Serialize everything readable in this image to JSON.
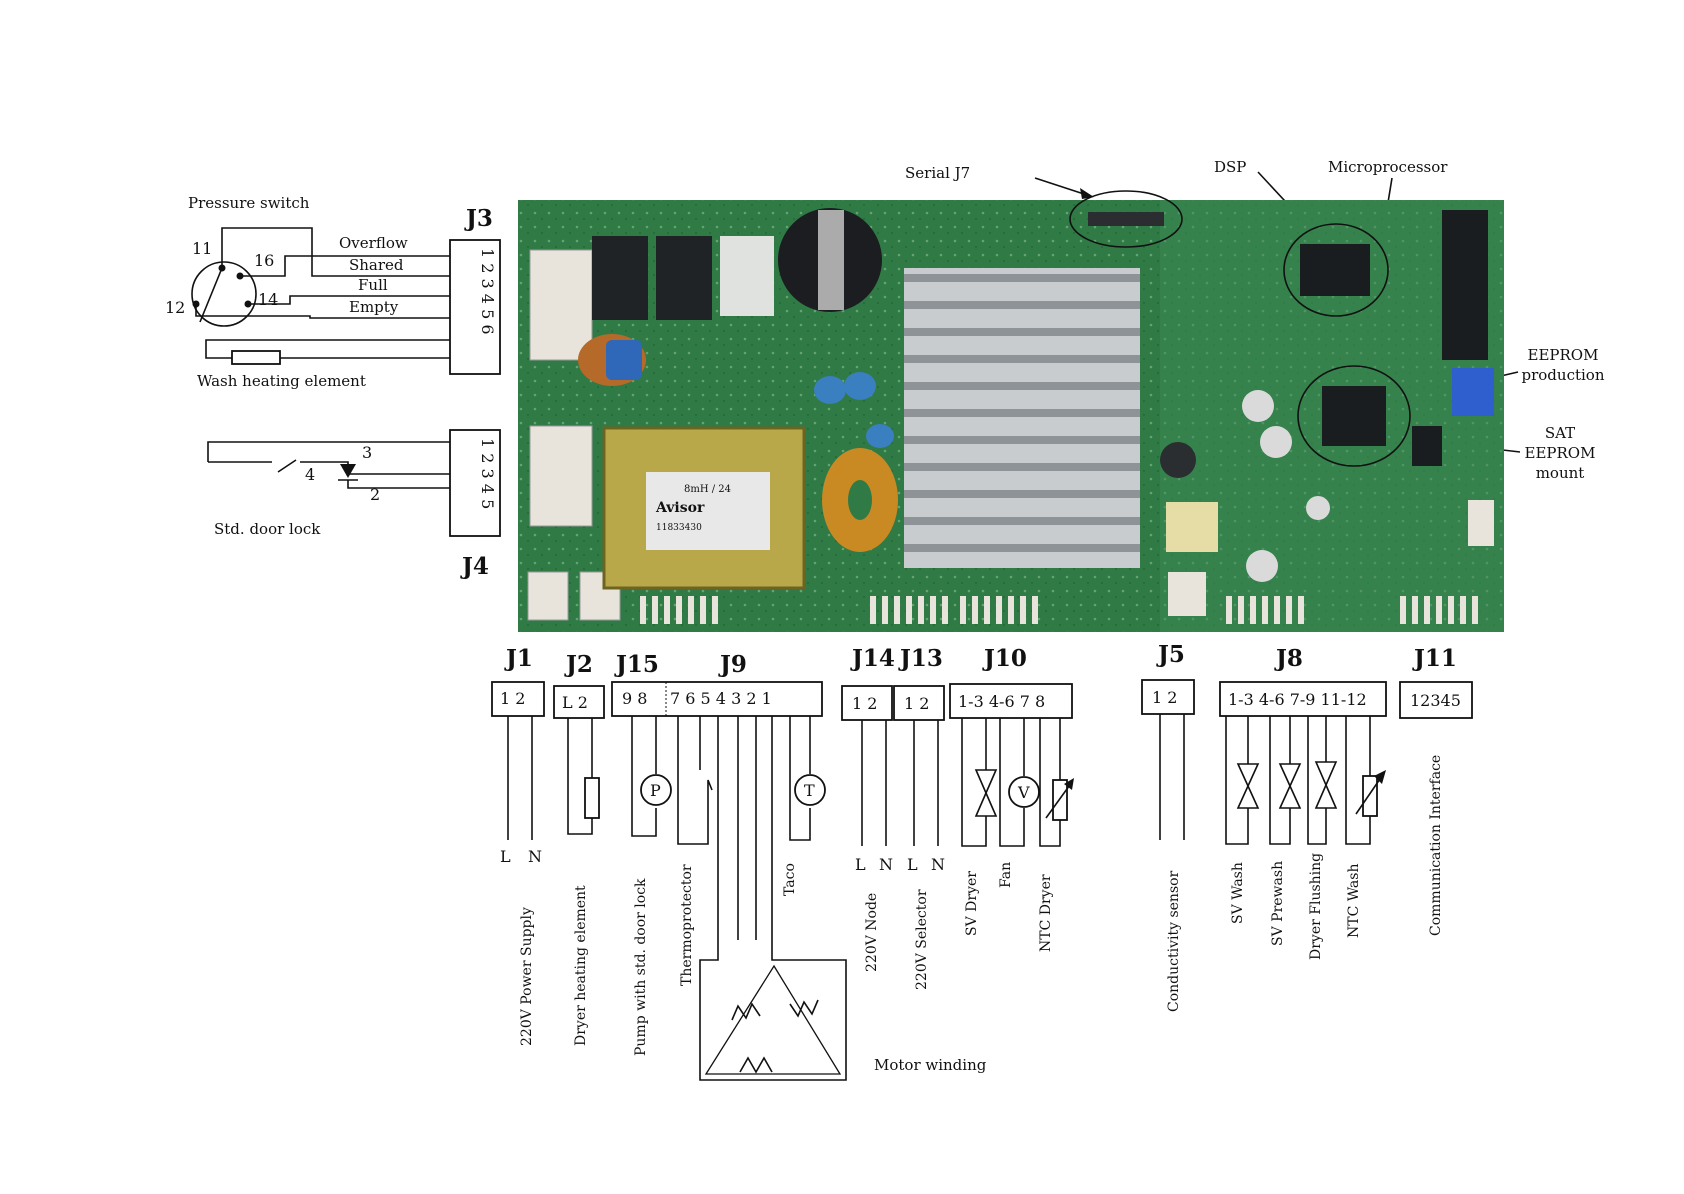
{
  "top_labels": {
    "serial": "Serial J7",
    "dsp": "DSP",
    "micro": "Microprocessor",
    "eeprom_prod": [
      "EEPROM",
      "production"
    ],
    "sat_eeprom": [
      "SAT",
      "EEPROM",
      "mount"
    ]
  },
  "pressure_switch": {
    "title": "Pressure switch",
    "contacts": [
      "11",
      "16",
      "12",
      "14"
    ],
    "lines": [
      "Overflow",
      "Shared",
      "Full",
      "Empty"
    ],
    "heater": "Wash  heating element"
  },
  "door_lock": {
    "title": "Std. door lock",
    "pins": [
      "3",
      "4",
      "2"
    ]
  },
  "connectors": {
    "J3": {
      "name": "J3",
      "pins": "1 2 3 4 5 6"
    },
    "J4": {
      "name": "J4",
      "pins": "1 2 3 4 5"
    },
    "J1": {
      "name": "J1",
      "pins": "1  2"
    },
    "J2": {
      "name": "J2",
      "pins": "L 2"
    },
    "J15": {
      "name": "J15",
      "pins": "9  8"
    },
    "J9": {
      "name": "J9",
      "pins": "7 6 5 4 3  2  1"
    },
    "J14": {
      "name": "J14",
      "pins": "1 2"
    },
    "J13": {
      "name": "J13",
      "pins": "1 2"
    },
    "J10": {
      "name": "J10",
      "pins": "1-3 4-6 7 8"
    },
    "J5": {
      "name": "J5",
      "pins": "1  2"
    },
    "J8": {
      "name": "J8",
      "pins": "1-3 4-6 7-9  11-12"
    },
    "J11": {
      "name": "J11",
      "pins": "12345"
    }
  },
  "wire_letters": {
    "J1": [
      "L",
      "N"
    ],
    "J14": [
      "L",
      "N"
    ],
    "J13": [
      "L",
      "N"
    ]
  },
  "symbols": {
    "pump": "P",
    "taco": "T",
    "fan": "V"
  },
  "vertical_labels": [
    "220V Power Supply",
    "Dryer heating element",
    "Pump with std. door lock",
    "Thermoprotector",
    "Taco",
    "220V Node",
    "220V Selector",
    "SV Dryer",
    "Fan",
    "NTC Dryer",
    "Conductivity sensor",
    "SV Wash",
    "SV Prewash",
    "Dryer Flushing",
    "NTC Wash",
    "Communication Interface"
  ],
  "motor": "Motor winding",
  "pcb": {
    "transformer_brand": "Avisor",
    "transformer_model": "8mH / 24",
    "transformer_code": "11833430",
    "colors": {
      "board": "#2f7a45",
      "heatsink": "#c9ccce",
      "connector": "#e8e4dc",
      "eeprom": "#2f5fcf"
    }
  }
}
